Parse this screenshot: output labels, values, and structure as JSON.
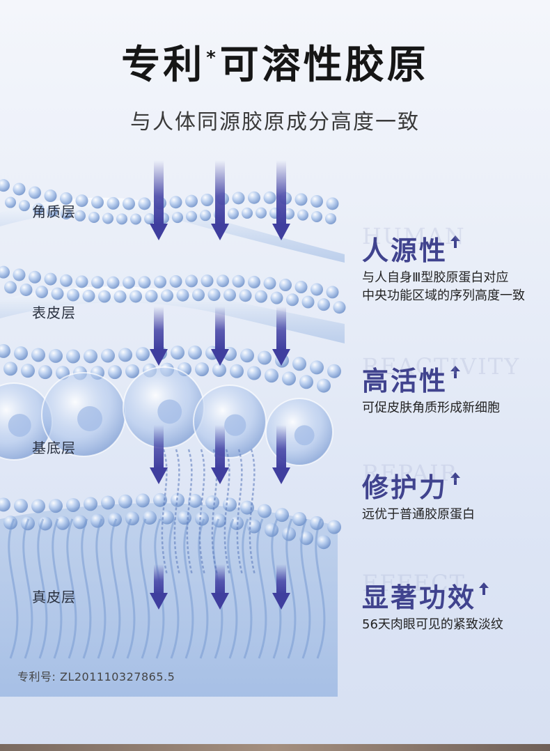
{
  "header": {
    "title_main": "专利",
    "title_mark": "*",
    "title_rest": "可溶性胶原",
    "subtitle": "与人体同源胶原成分高度一致"
  },
  "layers": [
    {
      "label": "角质层"
    },
    {
      "label": "表皮层"
    },
    {
      "label": "基底层"
    },
    {
      "label": "真皮层"
    }
  ],
  "features": [
    {
      "bg_word": "HUMAN",
      "name": "人源性",
      "desc_line1": "与人自身Ⅲ型胶原蛋白对应",
      "desc_line2": "中央功能区域的序列高度一致"
    },
    {
      "bg_word": "REACTIVITY",
      "name": "高活性",
      "desc_line1": "可促皮肤角质形成新细胞",
      "desc_line2": ""
    },
    {
      "bg_word": "REPAIR",
      "name": "修护力",
      "desc_line1": "远优于普通胶原蛋白",
      "desc_line2": ""
    },
    {
      "bg_word": "EFFECT",
      "name": "显著功效",
      "desc_line1": "56天肉眼可见的紧致淡纹",
      "desc_line2": ""
    }
  ],
  "footer": {
    "patent": "专利号: ZL201110327865.5"
  },
  "colors": {
    "accent": "#40438e",
    "arrow": "#4b4aa8",
    "sphere": "#a9c3e6"
  }
}
